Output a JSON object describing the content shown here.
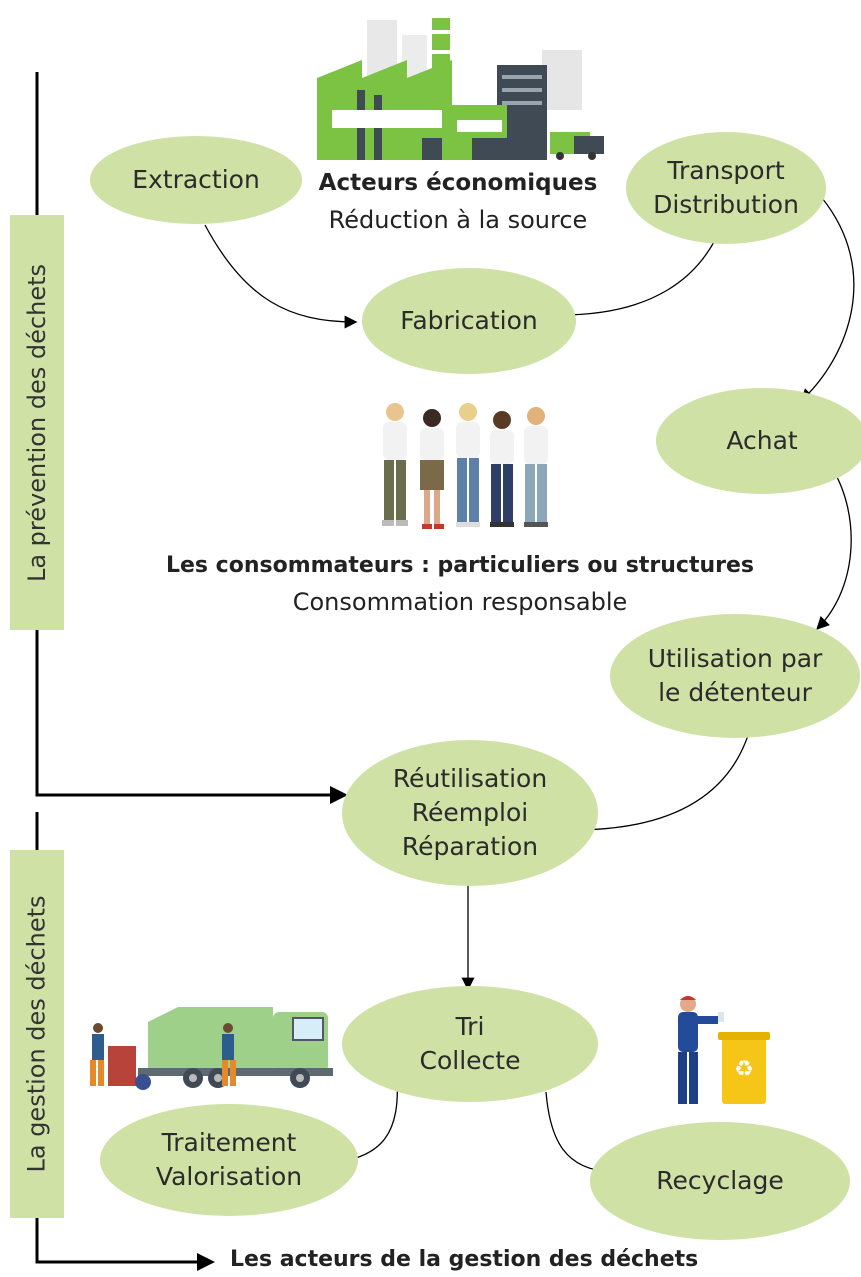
{
  "side_bands": {
    "prevention": "La prévention des déchets",
    "gestion": "La gestion des déchets"
  },
  "actors": {
    "economic_title": "Acteurs économiques",
    "economic_subtitle": "Réduction à la source",
    "consumers_title": "Les consommateurs : particuliers ou structures",
    "consumers_subtitle": "Consommation responsable",
    "waste_title": "Les acteurs de la gestion des déchets"
  },
  "nodes": {
    "extraction": [
      "Extraction"
    ],
    "fabrication": [
      "Fabrication"
    ],
    "transport": [
      "Transport",
      "Distribution"
    ],
    "achat": [
      "Achat"
    ],
    "utilisation": [
      "Utilisation par",
      "le détenteur"
    ],
    "reutilisation": [
      "Réutilisation",
      "Réemploi",
      "Réparation"
    ],
    "tri": [
      "Tri",
      "Collecte"
    ],
    "traitement": [
      "Traitement",
      "Valorisation"
    ],
    "recyclage": [
      "Recyclage"
    ]
  },
  "colors": {
    "node_fill": "#cfe1a5",
    "factory_green": "#7cc243",
    "factory_dark": "#3f4a55",
    "bin_yellow": "#f5c518",
    "truck_green": "#9fd08a"
  },
  "icons": [
    "factory-illustration",
    "people-illustration",
    "garbage-truck-illustration",
    "recycling-worker-illustration",
    "recycle-icon"
  ]
}
